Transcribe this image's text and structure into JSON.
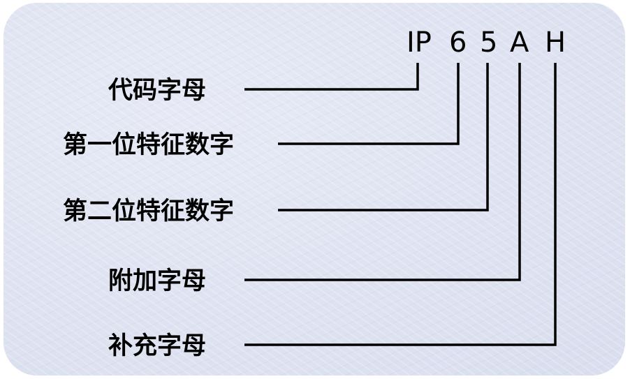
{
  "code": [
    "IP",
    "6",
    "5",
    "A",
    "H"
  ],
  "labels": [
    "代码字母",
    "第一位特征数字",
    "第二位特征数字",
    "附加字母",
    "补充字母"
  ],
  "colors": {
    "panel_background": "#dfe3f1",
    "text": "#000000",
    "lines": "#000000"
  }
}
